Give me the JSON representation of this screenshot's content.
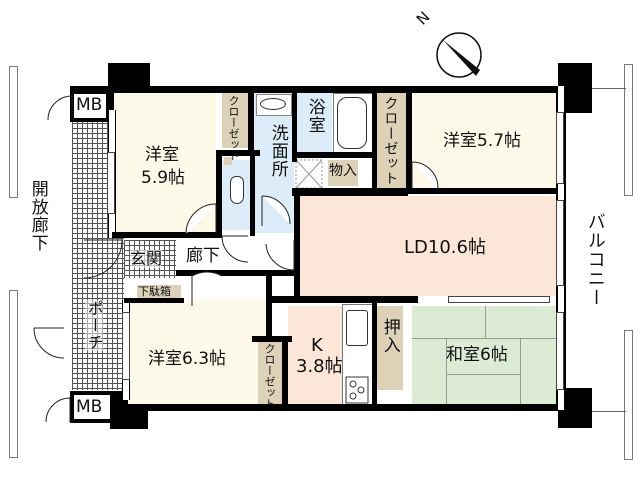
{
  "compass": {
    "label": "N",
    "icon": "north-arrow-icon"
  },
  "exterior": {
    "corridor": "開放廊下",
    "balcony": "バルコニー",
    "porch": "ポーチ",
    "meter_box_top": "MB",
    "meter_box_bottom": "MB"
  },
  "rooms": {
    "western_1": {
      "name": "洋室",
      "size": "5.9帖"
    },
    "western_2": {
      "name": "洋室5.7帖"
    },
    "western_3": {
      "name": "洋室6.3帖"
    },
    "living_dining": {
      "name": "LD10.6帖"
    },
    "kitchen": {
      "name": "K",
      "size": "3.8帖"
    },
    "japanese": {
      "name": "和室6帖"
    },
    "bath": {
      "name": "浴室"
    },
    "washroom": {
      "name": "洗面所"
    },
    "entrance": {
      "name": "玄関"
    },
    "hallway": {
      "name": "廊下"
    }
  },
  "storage": {
    "closet_1": "クローゼット",
    "closet_2": "クローゼット",
    "closet_3": "クローゼット",
    "storage_room": "物入",
    "shoe_box": "下駄箱",
    "oshiire": "押入"
  },
  "colors": {
    "western_room": "#fcf9e8",
    "living_dining": "#fbe6d8",
    "wet_area": "#dcecf8",
    "japanese_room": "#dcebd3",
    "closet": "#ddd2b8",
    "wall": "#000000"
  }
}
